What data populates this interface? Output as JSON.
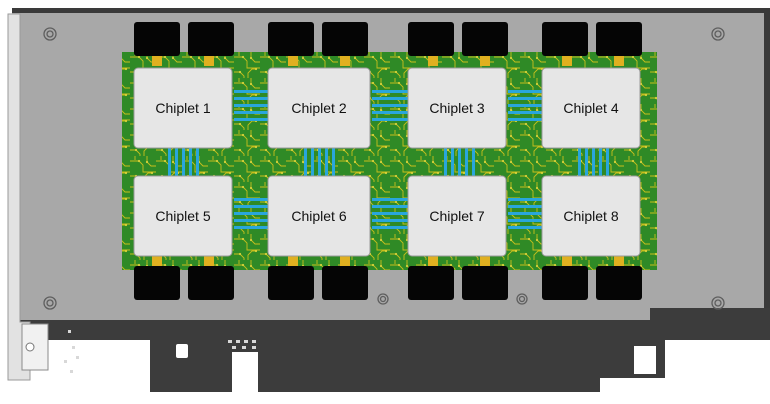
{
  "colors": {
    "background": "#ffffff",
    "card_body": "#a8a8a8",
    "card_frame": "#555555",
    "bracket": "#e2e2e2",
    "pcb_green": "#2f8a26",
    "trace": "#c8bf1c",
    "interconnect": "#29a6dc",
    "chiplet_face": "#e6e6e6",
    "memory_module": "#050505",
    "edge_connector": "#3c3c3c"
  },
  "diagram": {
    "chiplets": [
      {
        "label": "Chiplet 1"
      },
      {
        "label": "Chiplet 2"
      },
      {
        "label": "Chiplet 3"
      },
      {
        "label": "Chiplet 4"
      },
      {
        "label": "Chiplet 5"
      },
      {
        "label": "Chiplet 6"
      },
      {
        "label": "Chiplet 7"
      },
      {
        "label": "Chiplet 8"
      }
    ]
  }
}
